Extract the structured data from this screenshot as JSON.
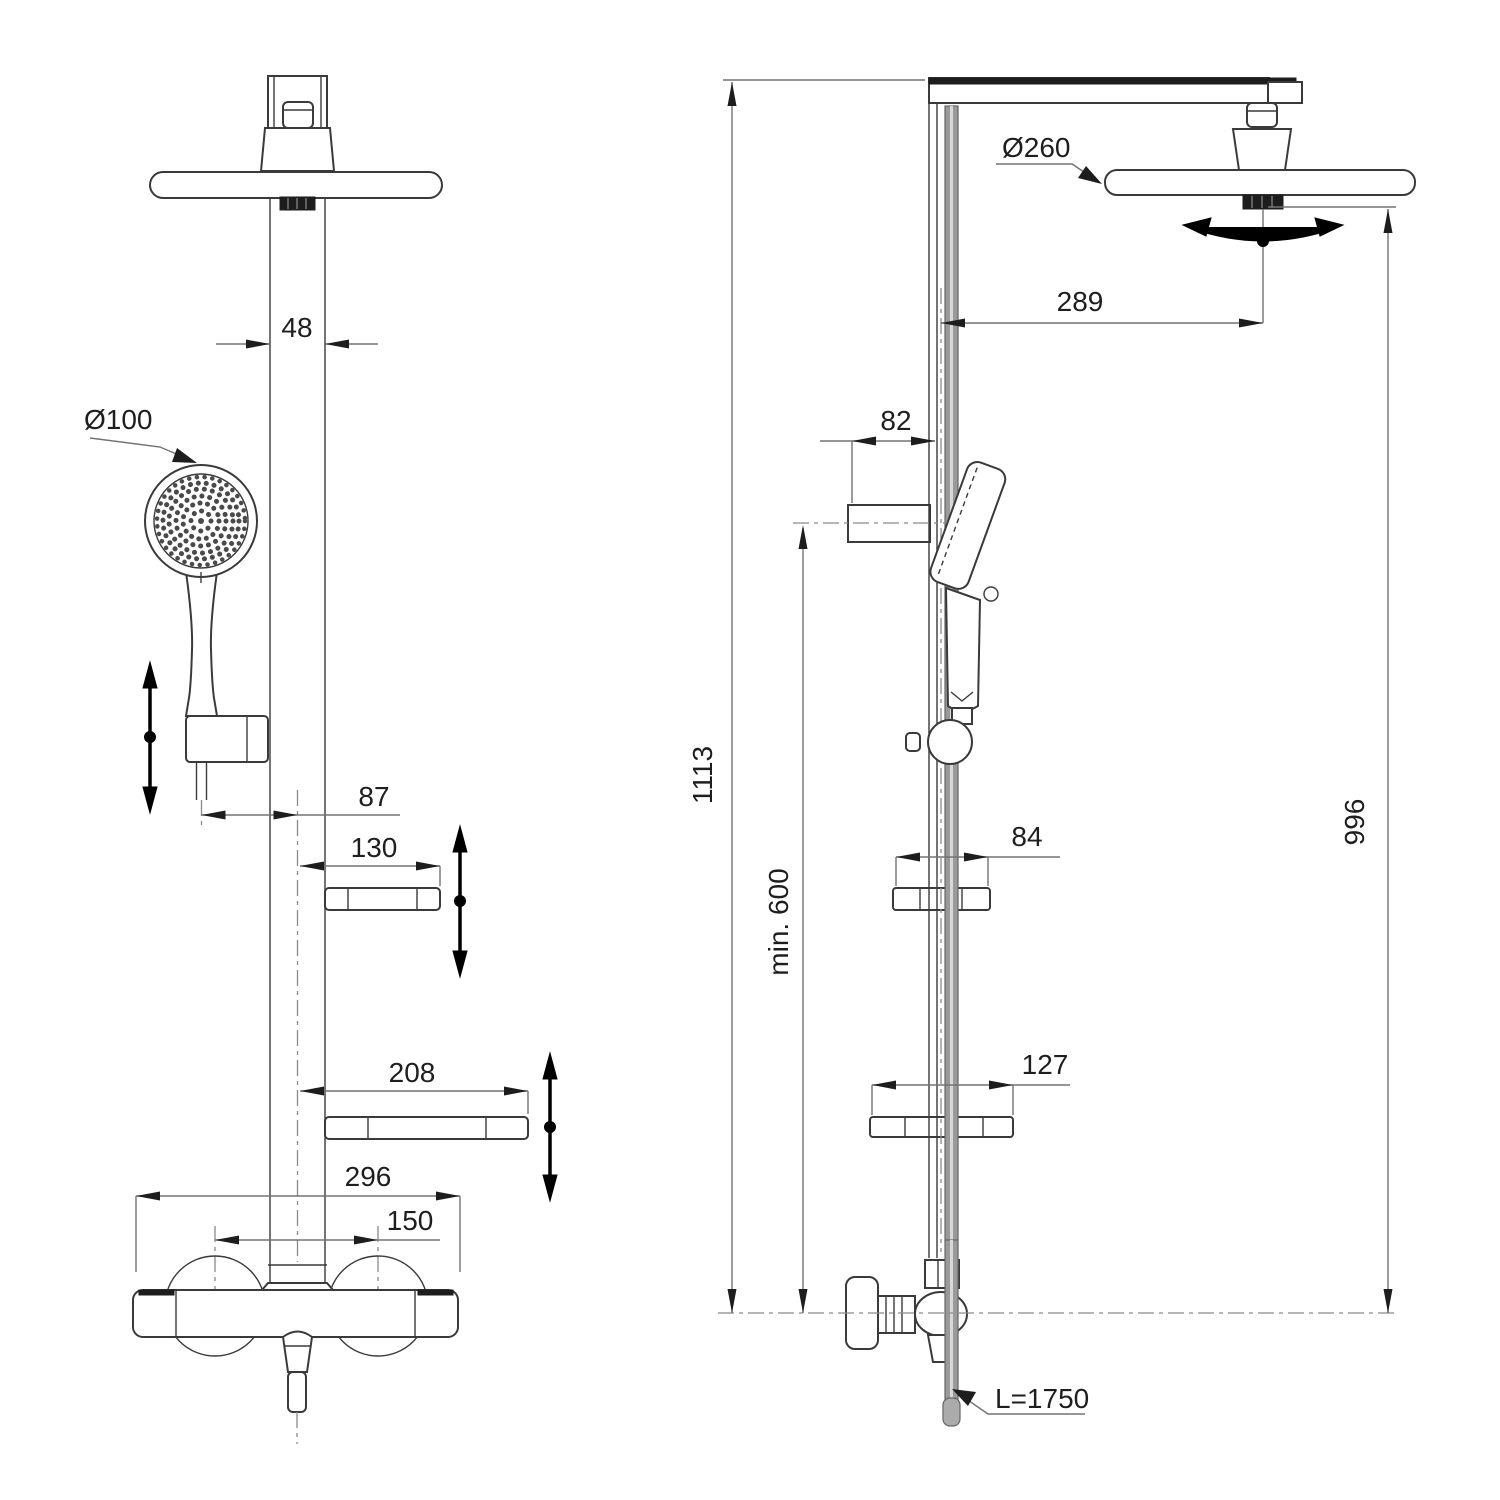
{
  "drawing": {
    "front_view": {
      "pipe_width": "48",
      "handshower_diameter": "Ø100",
      "handshower_offset": "87",
      "small_shelf_width": "130",
      "large_shelf_width": "208",
      "mixer_width": "296",
      "connection_spacing": "150"
    },
    "side_view": {
      "head_diameter": "Ø260",
      "head_offset": "289",
      "holder_depth": "82",
      "overall_height": "1113",
      "min_mounting_height": "min. 600",
      "small_shelf_depth": "84",
      "large_shelf_depth": "127",
      "head_height": "996",
      "hose_length": "L=1750"
    },
    "colors": {
      "line": "#3a3a3a",
      "dimension": "#737373",
      "dark_fill": "#1d1d1d",
      "hose": "#9a9a9a"
    }
  }
}
